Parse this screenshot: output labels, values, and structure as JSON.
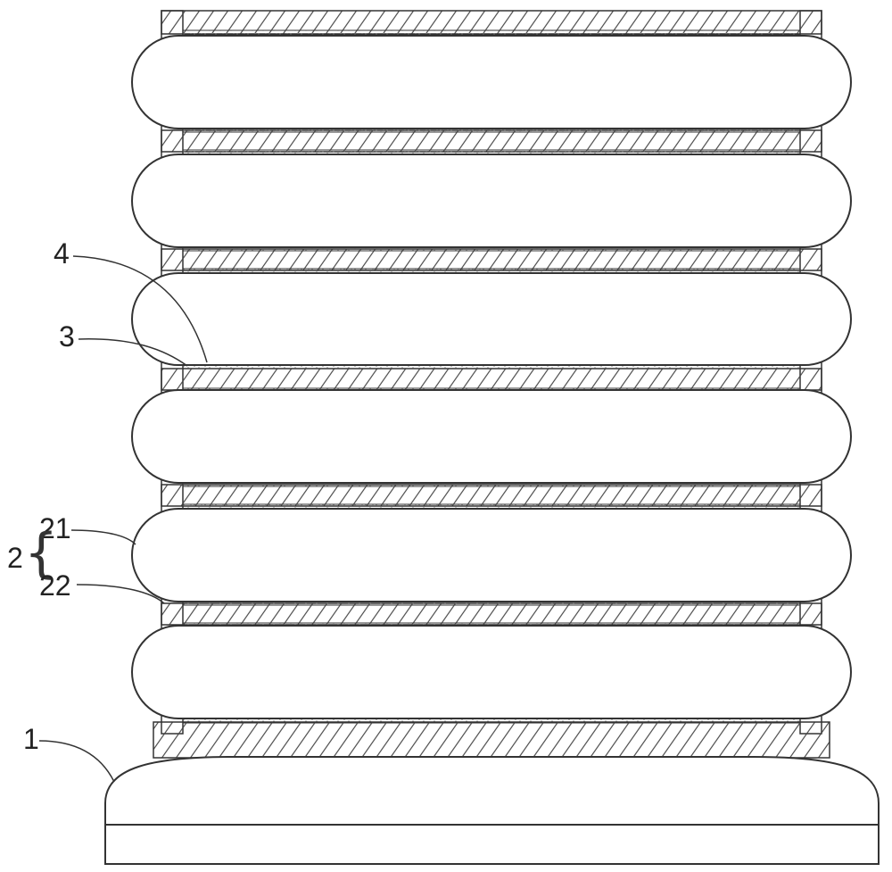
{
  "figure": {
    "labels": {
      "base": "1",
      "assembly": "2",
      "outer_ring": "21",
      "inner_layer": "22",
      "adhesive": "3",
      "liner": "4"
    },
    "colors": {
      "stroke": "#333333",
      "fill": "#ffffff",
      "hatch": "#444444",
      "speckle": "#777777"
    }
  }
}
